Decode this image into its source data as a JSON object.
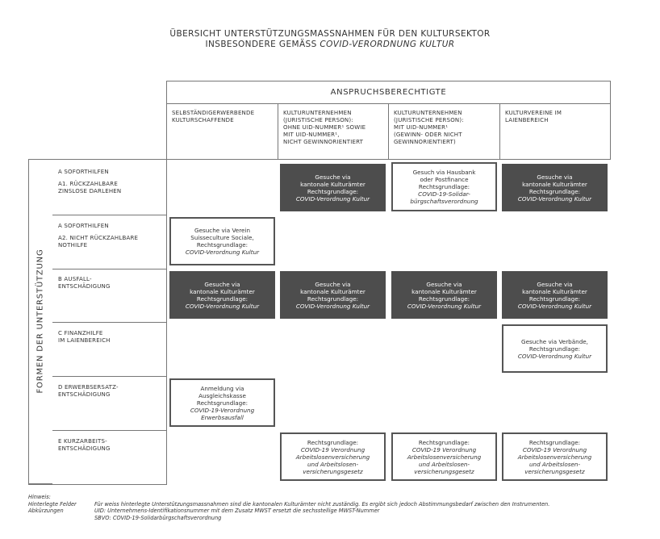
{
  "title": {
    "line1": "ÜBERSICHT UNTERSTÜTZUNGSMASSNAHMEN FÜR DEN KULTURSEKTOR",
    "line2_prefix": "INSBESONDERE GEMÄSS ",
    "line2_italic": "COVID-VERORDNUNG KULTUR"
  },
  "header": "ANSPRUCHSBERECHTIGTE",
  "side_label": "FORMEN DER UNTERSTÜTZUNG",
  "columns": [
    [
      "SELBSTÄNDIGERWERBENDE",
      "KULTURSCHAFFENDE"
    ],
    [
      "KULTURUNTERNEHMEN",
      "(JURISTISCHE PERSON):",
      "OHNE UID-NUMMER¹ SOWIE",
      "MIT UID-NUMMER¹,",
      "NICHT GEWINNORIENTIERT"
    ],
    [
      "KULTURUNTERNEHMEN",
      "(JURISTISCHE PERSON):",
      "MIT UID-NUMMER¹",
      "(GEWINN- ODER NICHT",
      "GEWINNORIENTIERT)"
    ],
    [
      "KULTURVEREINE IM",
      "LAIENBEREICH"
    ]
  ],
  "rows": [
    {
      "l1": "A SOFORTHILFEN",
      "l2": "A1. RÜCKZAHLBARE",
      "l3": "ZINSLOSE DARLEHEN"
    },
    {
      "l1": "A SOFORTHILFEN",
      "l2": "A2. NICHT RÜCKZAHLBARE",
      "l3": "NOTHILFE"
    },
    {
      "l1": "B AUSFALL-",
      "l2": "ENTSCHÄDIGUNG",
      "l3": ""
    },
    {
      "l1": "C FINANZHILFE",
      "l2": "IM LAIENBEREICH",
      "l3": ""
    },
    {
      "l1": "D ERWERBSERSATZ-",
      "l2": "ENTSCHÄDIGUNG",
      "l3": ""
    },
    {
      "l1": "E KURZARBEITS-",
      "l2": "ENTSCHÄDIGUNG",
      "l3": ""
    }
  ],
  "cells": {
    "r1c2": [
      "Gesuche via",
      "kantonale Kulturämter",
      "Rechtsgrundlage:",
      "COVID-Verordnung Kultur"
    ],
    "r1c3": [
      "Gesuch via Hausbank",
      "oder Postfinance",
      "Rechtsgrundlage:",
      "COVID-19-Solidar-",
      "bürgschaftsverordnung"
    ],
    "r1c4": [
      "Gesuche via",
      "kantonale Kulturämter",
      "Rechtsgrundlage:",
      "COVID-Verordnung Kultur"
    ],
    "r2c1": [
      "Gesuche via Verein",
      "Suisseculture Sociale,",
      "Rechtsgrundlage:",
      "COVID-Verordnung Kultur"
    ],
    "r3c1": [
      "Gesuche via",
      "kantonale Kulturämter",
      "Rechtsgrundlage:",
      "COVID-Verordnung Kultur"
    ],
    "r3c2": [
      "Gesuche via",
      "kantonale Kulturämter",
      "Rechtsgrundlage:",
      "COVID-Verordnung Kultur"
    ],
    "r3c3": [
      "Gesuche via",
      "kantonale Kulturämter",
      "Rechtsgrundlage:",
      "COVID-Verordnung Kultur"
    ],
    "r3c4": [
      "Gesuche via",
      "kantonale Kulturämter",
      "Rechtsgrundlage:",
      "COVID-Verordnung Kultur"
    ],
    "r4c4": [
      "Gesuche via Verbände,",
      "Rechtsgrundlage:",
      "COVID-Verordnung Kultur"
    ],
    "r5c1": [
      "Anmeldung via",
      "Ausgleichskasse",
      "Rechtsgrundlage:",
      "COVID-19-Verordnung",
      "Erwerbsausfall"
    ],
    "r6c2": [
      "Rechtsgrundlage:",
      "COVID-19 Verordnung",
      "Arbeitslosenversicherung",
      "und Arbeitslosen-",
      "versicherungsgesetz"
    ],
    "r6c3": [
      "Rechtsgrundlage:",
      "COVID-19 Verordnung",
      "Arbeitslosenversicherung",
      "und Arbeitslosen-",
      "versicherungsgesetz"
    ],
    "r6c4": [
      "Rechtsgrundlage:",
      "COVID-19 Verordnung",
      "Arbeitslosenversicherung",
      "und Arbeitslosen-",
      "versicherungsgesetz"
    ]
  },
  "notes": {
    "heading": "Hinweis:",
    "rows": [
      {
        "term": "Hinterlegte Felder",
        "text": "Für weiss hinterlegte Unterstützungsmassnahmen sind die kantonalen Kulturämter nicht zuständig. Es ergibt sich jedoch Abstimmungsbedarf zwischen den Instrumenten."
      },
      {
        "term": "Abkürzungen",
        "text": "UID: Unternehmens-Identifikationsnummer mit dem Zusatz MWST ersetzt die sechsstellige MWST-Nummer"
      },
      {
        "term": "",
        "text": "SBVO: COVID-19-Solidarbürgschaftsverordnung"
      }
    ]
  },
  "colors": {
    "dark_fill": "#4d4d4d",
    "line": "#777777",
    "text": "#333333"
  }
}
